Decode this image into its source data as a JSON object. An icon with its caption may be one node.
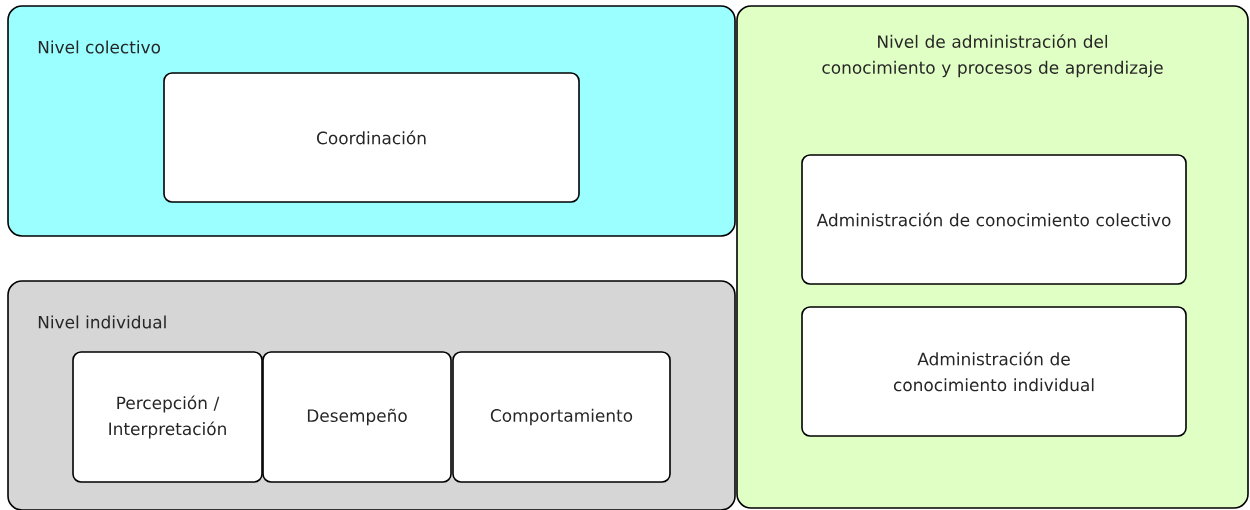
{
  "diagram": {
    "nodes": [
      {
        "text": [
          "Nivel colectivo"
        ]
      },
      {
        "text": [
          "Coordinación"
        ],
        "in": 0
      },
      {
        "text": [
          "Nivel individual"
        ]
      },
      {
        "text": [
          "Percepción / Interpretación"
        ],
        "in": 2
      },
      {
        "text": [
          "Desempeño"
        ],
        "in": 2
      },
      {
        "text": [
          "Comportamiento"
        ],
        "in": 2
      },
      {
        "text": [
          "Nivel de administración del conocimiento y procesos de aprendizaje"
        ]
      },
      {
        "text": [
          "Administración de conocimiento colectivo"
        ],
        "in": 6
      },
      {
        "text": [
          "Administración de conocimiento individual"
        ],
        "in": 6
      }
    ]
  }
}
